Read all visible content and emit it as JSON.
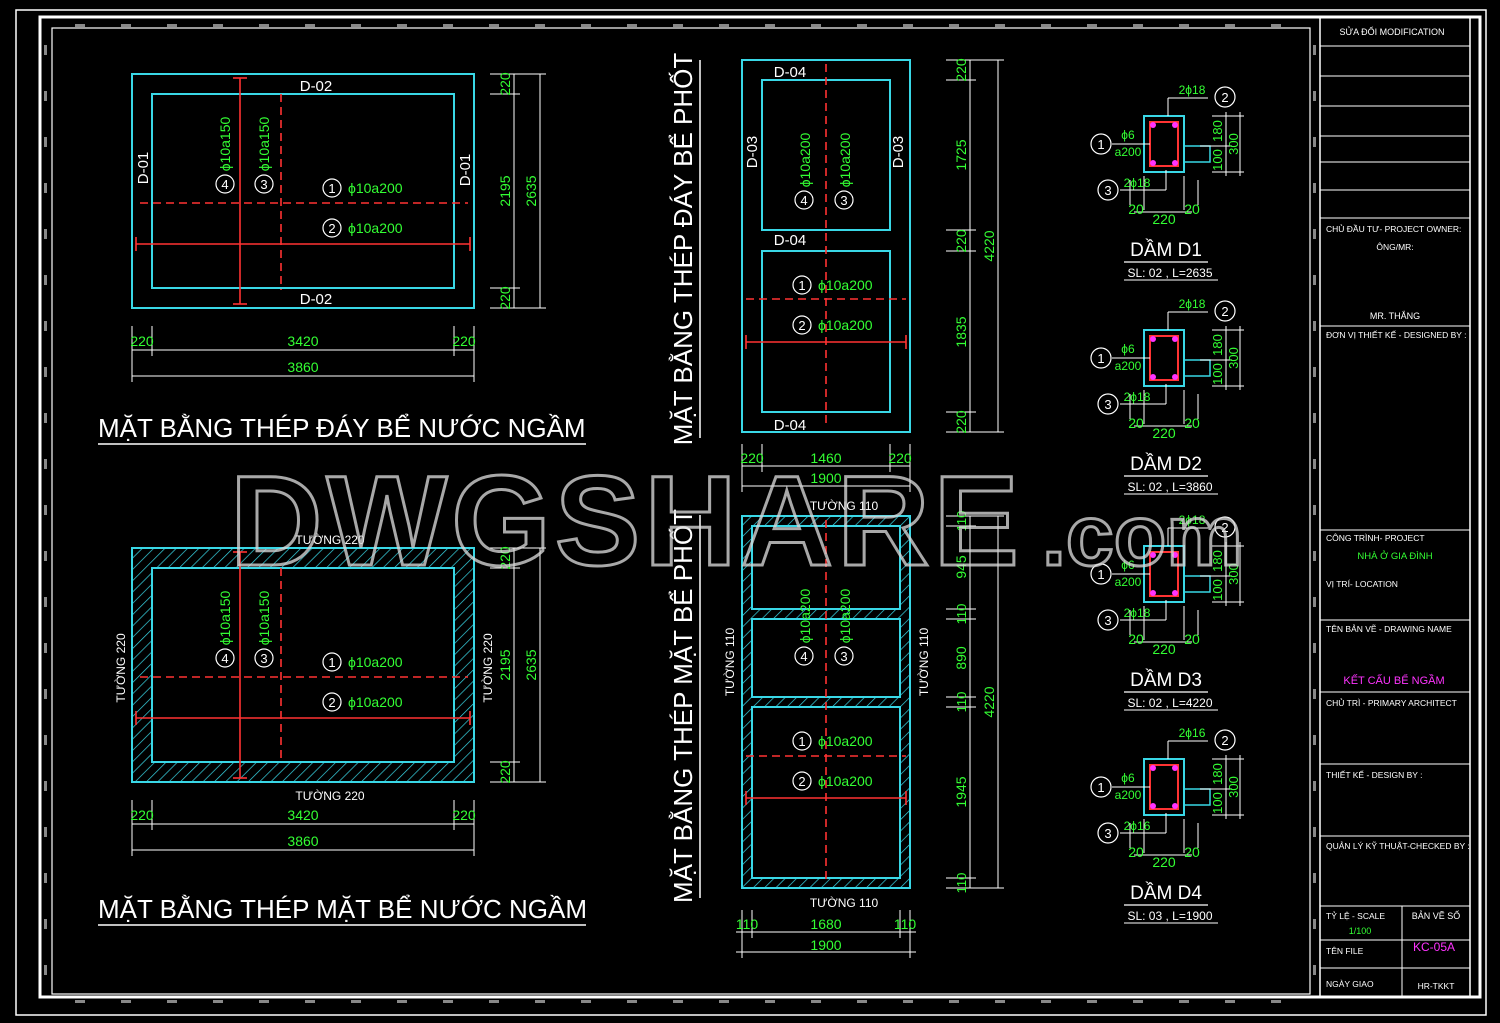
{
  "colors": {
    "background": "#000000",
    "border": "#ffffff",
    "cyan": "#39d7e6",
    "green": "#33ff33",
    "red": "#ff3333",
    "magenta": "#ff33ff",
    "white": "#ffffff",
    "watermark": "#d8d8d8"
  },
  "plan1": {
    "title": "MẶT BẰNG THÉP ĐÁY BỂ NƯỚC NGẦM",
    "beam_top": "D-02",
    "beam_bottom": "D-02",
    "beam_left": "D-01",
    "beam_right": "D-01",
    "bar4": "ϕ10a150",
    "bar3": "ϕ10a150",
    "bar1": "ϕ10a200",
    "bar2": "ϕ10a200",
    "n1": "1",
    "n2": "2",
    "n3": "3",
    "n4": "4",
    "dim_h_220a": "220",
    "dim_h_3420": "3420",
    "dim_h_220b": "220",
    "dim_h_3860": "3860",
    "dim_v_220a": "220",
    "dim_v_2195": "2195",
    "dim_v_220b": "220",
    "dim_v_2635": "2635"
  },
  "plan2": {
    "title": "MẶT BẰNG THÉP MẶT BỂ NƯỚC NGẦM",
    "wall_top": "TƯỜNG 220",
    "wall_bottom": "TƯỜNG 220",
    "wall_left": "TƯỜNG 220",
    "wall_right": "TƯỜNG 220",
    "bar4": "ϕ10a150",
    "bar3": "ϕ10a150",
    "bar1": "ϕ10a200",
    "bar2": "ϕ10a200",
    "n1": "1",
    "n2": "2",
    "n3": "3",
    "n4": "4",
    "dim_h_220a": "220",
    "dim_h_3420": "3420",
    "dim_h_220b": "220",
    "dim_h_3860": "3860",
    "dim_v_220a": "220",
    "dim_v_2195": "2195",
    "dim_v_220b": "220",
    "dim_v_2635": "2635"
  },
  "plan3": {
    "title": "MẶT BẰNG THÉP ĐÁY BỂ PHỐT",
    "beam_top": "D-04",
    "beam_mid": "D-04",
    "beam_bottom": "D-04",
    "beam_left": "D-03",
    "beam_right": "D-03",
    "bar4": "ϕ10a200",
    "bar3": "ϕ10a200",
    "bar1": "ϕ10a200",
    "bar2": "ϕ10a200",
    "n1": "1",
    "n2": "2",
    "n3": "3",
    "n4": "4",
    "dim_h_220a": "220",
    "dim_h_1460": "1460",
    "dim_h_220b": "220",
    "dim_h_1900": "1900",
    "dim_v_220a": "220",
    "dim_v_1725": "1725",
    "dim_v_220b": "220",
    "dim_v_1835": "1835",
    "dim_v_220c": "220",
    "dim_v_4220": "4220"
  },
  "plan4": {
    "title": "MẶT BẰNG THÉP MẶT BỂ PHỐT",
    "wall_top": "TƯỜNG 110",
    "wall_bottom": "TƯỜNG 110",
    "wall_left": "TƯỜNG 110",
    "wall_right": "TƯỜNG 110",
    "bar4": "ϕ10a200",
    "bar3": "ϕ10a200",
    "bar1": "ϕ10a200",
    "bar2": "ϕ10a200",
    "n1": "1",
    "n2": "2",
    "n3": "3",
    "n4": "4",
    "dim_h_110a": "110",
    "dim_h_1680": "1680",
    "dim_h_110b": "110",
    "dim_h_1900": "1900",
    "dim_v_110a": "110",
    "dim_v_945": "945",
    "dim_v_110b": "110",
    "dim_v_890": "890",
    "dim_v_110c": "110",
    "dim_v_1945": "1945",
    "dim_v_110d": "110",
    "dim_v_4220": "4220"
  },
  "beams": [
    {
      "name": "DẦM D1",
      "note": "SL: 02 , L=2635",
      "top_bar": "2ϕ18",
      "bottom_bar": "2ϕ18",
      "stirrup": "ϕ6",
      "stirrup_spacing": "a200",
      "h1": "100",
      "h2": "180",
      "h_total": "300",
      "w_left": "20",
      "w": "220",
      "w_right": "20",
      "n1": "1",
      "n2": "2",
      "n3": "3"
    },
    {
      "name": "DẦM D2",
      "note": "SL: 02 , L=3860",
      "top_bar": "2ϕ18",
      "bottom_bar": "2ϕ18",
      "stirrup": "ϕ6",
      "stirrup_spacing": "a200",
      "h1": "100",
      "h2": "180",
      "h_total": "300",
      "w_left": "20",
      "w": "220",
      "w_right": "20",
      "n1": "1",
      "n2": "2",
      "n3": "3"
    },
    {
      "name": "DẦM D3",
      "note": "SL: 02 , L=4220",
      "top_bar": "2ϕ18",
      "bottom_bar": "2ϕ18",
      "stirrup": "ϕ6",
      "stirrup_spacing": "a200",
      "h1": "100",
      "h2": "180",
      "h_total": "300",
      "w_left": "20",
      "w": "220",
      "w_right": "20",
      "n1": "1",
      "n2": "2",
      "n3": "3"
    },
    {
      "name": "DẦM D4",
      "note": "SL: 03 , L=1900",
      "top_bar": "2ϕ16",
      "bottom_bar": "2ϕ16",
      "stirrup": "ϕ6",
      "stirrup_spacing": "a200",
      "h1": "100",
      "h2": "180",
      "h_total": "300",
      "w_left": "20",
      "w": "220",
      "w_right": "20",
      "n1": "1",
      "n2": "2",
      "n3": "3"
    }
  ],
  "title_block": {
    "modification": "SỬA ĐỔI MODIFICATION",
    "owner_label": "CHỦ ĐẦU TƯ- PROJECT OWNER:",
    "owner_prefix": "ÔNG/MR:",
    "owner_name": "MR. THẮNG",
    "designed_by": "ĐƠN VỊ THIẾT KẾ - DESIGNED BY :",
    "project_label": "CÔNG TRÌNH- PROJECT",
    "project_name": "NHÀ Ở GIA ĐÌNH",
    "location_label": "VỊ TRÍ- LOCATION",
    "drawing_name_label": "TÊN BẢN VẼ - DRAWING NAME",
    "drawing_name": "KẾT CẤU BỂ NGẦM",
    "primary_architect": "CHỦ TRÌ - PRIMARY ARCHITECT",
    "design_by": "THIẾT KẾ - DESIGN BY :",
    "checked_by": "QUẢN LÝ KỸ THUẬT-CHECKED BY :",
    "scale_label": "TỶ LỆ - SCALE",
    "scale_value": "1/100",
    "sheet_label": "BẢN VẼ SỐ",
    "sheet_number": "KC-05A",
    "file_label": "TÊN FILE",
    "date_label": "NGÀY GIAO",
    "date_value": "HR-TKKT"
  },
  "watermark": {
    "main": "DWGSHARE",
    "suffix": ".com"
  }
}
